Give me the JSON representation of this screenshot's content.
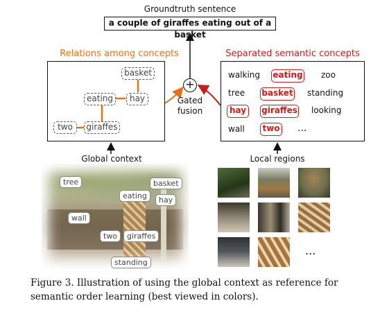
{
  "groundtruth": {
    "title": "Groundtruth sentence",
    "sentence": "a couple of giraffes eating out of a basket"
  },
  "relations_panel": {
    "title": "Relations among concepts",
    "nodes": [
      "basket",
      "eating",
      "hay",
      "two",
      "giraffes"
    ]
  },
  "fusion": {
    "symbol": "+",
    "label_line1": "Gated",
    "label_line2": "fusion"
  },
  "semantic_panel": {
    "title": "Separated semantic concepts",
    "words": [
      "walking",
      "eating",
      "zoo",
      "tree",
      "basket",
      "standing",
      "hay",
      "giraffes",
      "looking",
      "wall",
      "two",
      "..."
    ]
  },
  "global_context": {
    "label": "Global context",
    "photo_labels": [
      "tree",
      "eating",
      "basket",
      "hay",
      "wall",
      "two",
      "giraffes",
      "standing"
    ]
  },
  "local_regions": {
    "label": "Local regions",
    "ellipsis": "..."
  },
  "caption": "Figure 3. Illustration of using the global context as reference for semantic order learning (best viewed in colors).",
  "colors": {
    "relations": "#e0731c",
    "semantic": "#c41e1e",
    "text": "#111111"
  }
}
